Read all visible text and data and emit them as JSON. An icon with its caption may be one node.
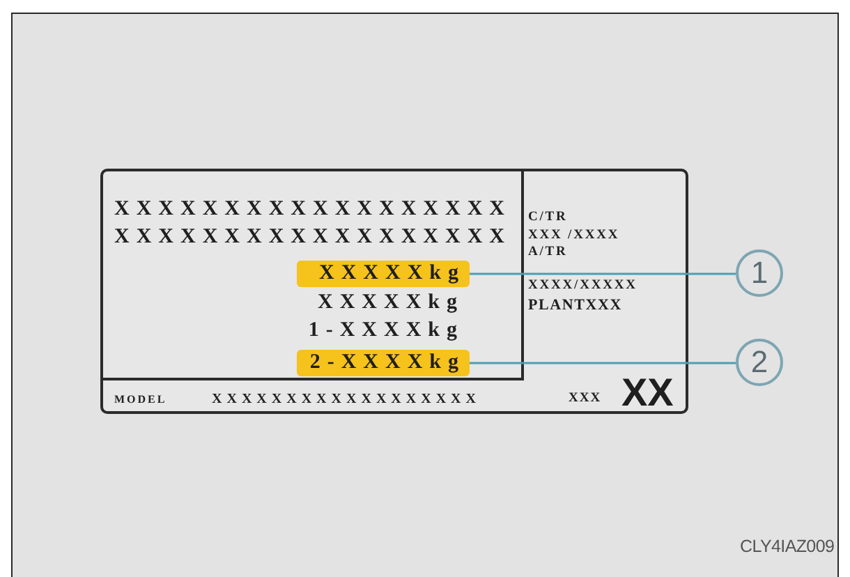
{
  "diagram": {
    "nodes": [
      {
        "text": [],
        "shape": "box"
      },
      {
        "text": [
          "XXXXXXXXXXXXXXXXXX",
          "XXXXXXXXXXXXXXXXXX",
          "XXXXXkg",
          "1-XXXXkg"
        ],
        "in": 0
      },
      {
        "text": [
          "XXXXXkg"
        ],
        "in": 1
      },
      {
        "text": [
          "2-XXXXkg"
        ],
        "in": 1
      },
      {
        "text": [
          "1"
        ]
      },
      {
        "text": [
          "2"
        ]
      }
    ],
    "edges": [
      {
        "from": 4,
        "to": 2,
        "arrow": "none"
      },
      {
        "from": 5,
        "to": 3,
        "arrow": "none"
      }
    ],
    "labels": [
      "C/TR",
      "XXX /XXXX",
      "A/TR",
      "XXXX/XXXXX",
      "PLANTXXX",
      "MODEL",
      "XXXXXXXXXXXXXXXXXX",
      "XXX",
      "XX",
      "CLY4IAZ009"
    ]
  }
}
